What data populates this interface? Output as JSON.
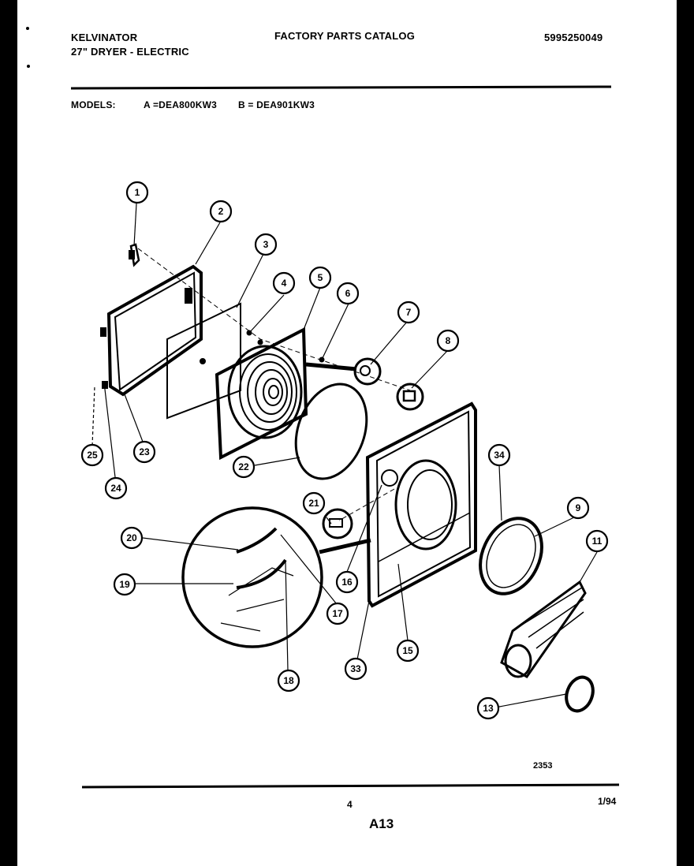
{
  "header": {
    "brand": "KELVINATOR",
    "product": "27\" DRYER - ELECTRIC",
    "catalog_title": "FACTORY PARTS CATALOG",
    "catalog_number": "5995250049",
    "models_label": "MODELS:",
    "model_a": "A =DEA800KW3",
    "model_b": "B = DEA901KW3"
  },
  "diagram": {
    "drawing_number": "2353",
    "callouts": [
      "1",
      "2",
      "3",
      "4",
      "5",
      "6",
      "7",
      "8",
      "9",
      "11",
      "13",
      "15",
      "16",
      "17",
      "18",
      "19",
      "20",
      "21",
      "22",
      "23",
      "24",
      "25",
      "33",
      "34"
    ]
  },
  "footer": {
    "page_number": "4",
    "date": "1/94",
    "section": "A13"
  }
}
